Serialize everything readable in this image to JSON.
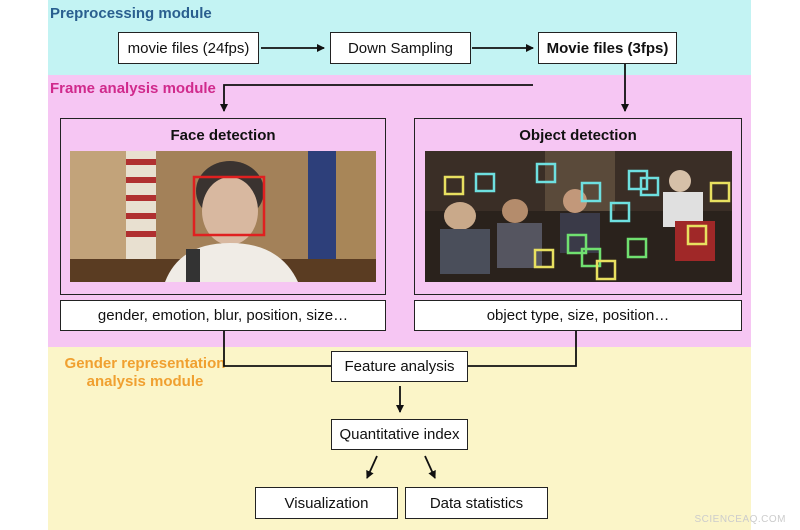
{
  "modules": {
    "preprocessing": {
      "title": "Preprocessing module",
      "color": "#2a5f8f"
    },
    "frame_analysis": {
      "title": "Frame analysis module",
      "color": "#d02a8c"
    },
    "gender_representation": {
      "title_line1": "Gender representation",
      "title_line2": "analysis module",
      "color": "#f0a030"
    }
  },
  "preprocessing": {
    "input": "movie files (24fps)",
    "downsampling": "Down Sampling",
    "output": "Movie files (3fps)"
  },
  "face_detection": {
    "title": "Face detection",
    "features": "gender, emotion, blur, position, size…",
    "box_color": "#e02020"
  },
  "object_detection": {
    "title": "Object detection",
    "features": "object type, size, position…",
    "box_colors": [
      "#6ee0e0",
      "#e8e060",
      "#70e070"
    ]
  },
  "analysis": {
    "feature_analysis": "Feature analysis",
    "quantitative_index": "Quantitative index",
    "visualization": "Visualization",
    "data_statistics": "Data statistics"
  },
  "watermark": "SCIENCEAQ.COM"
}
